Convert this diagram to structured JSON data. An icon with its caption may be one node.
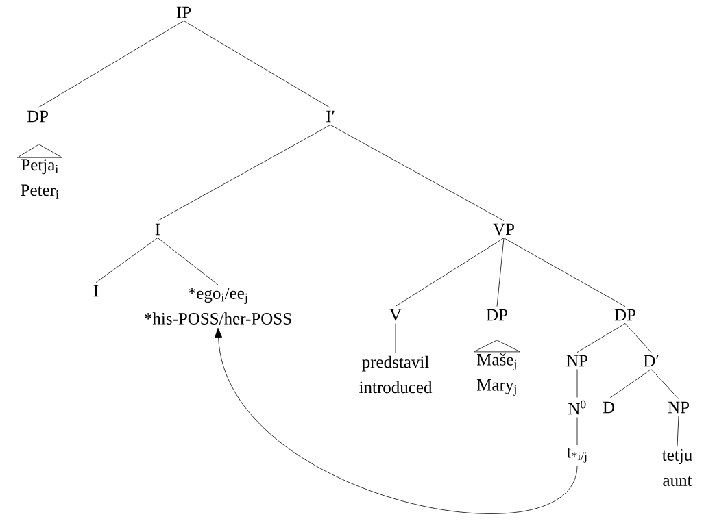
{
  "diagram": {
    "nodes": [
      {
        "text": [
          "IP"
        ]
      },
      {
        "text": [
          "DP"
        ]
      },
      {
        "text": [
          "Petja$_{i}$",
          "Peter$_{i}$"
        ]
      },
      {
        "text": [
          "I′"
        ]
      },
      {
        "text": [
          "I"
        ]
      },
      {
        "text": [
          "VP"
        ]
      },
      {
        "text": [
          "I"
        ]
      },
      {
        "text": [
          "*ego$_{i}$/ee$_{j}$",
          "*his-POSS/her-POSS"
        ]
      },
      {
        "text": [
          "V"
        ]
      },
      {
        "text": [
          "DP"
        ]
      },
      {
        "text": [
          "DP"
        ]
      },
      {
        "text": [
          "predstavil",
          "introduced"
        ]
      },
      {
        "text": [
          "Maše$_{j}$",
          "Mary$_{j}$"
        ]
      },
      {
        "text": [
          "NP"
        ]
      },
      {
        "text": [
          "D′"
        ]
      },
      {
        "text": [
          "N$^{0}$"
        ]
      },
      {
        "text": [
          "D"
        ]
      },
      {
        "text": [
          "NP"
        ]
      },
      {
        "text": [
          "t$_{*i/j}$"
        ]
      },
      {
        "text": [
          "tetju",
          "aunt"
        ]
      }
    ],
    "edges": [
      {
        "from": 0,
        "to": 1,
        "arrow": "none"
      },
      {
        "from": 0,
        "to": 3,
        "arrow": "none"
      },
      {
        "from": 1,
        "to": 2,
        "arrow": "none"
      },
      {
        "from": 3,
        "to": 4,
        "arrow": "none"
      },
      {
        "from": 3,
        "to": 5,
        "arrow": "none"
      },
      {
        "from": 4,
        "to": 6,
        "arrow": "none"
      },
      {
        "from": 4,
        "to": 7,
        "arrow": "none"
      },
      {
        "from": 5,
        "to": 8,
        "arrow": "none"
      },
      {
        "from": 5,
        "to": 9,
        "arrow": "none"
      },
      {
        "from": 5,
        "to": 10,
        "arrow": "none"
      },
      {
        "from": 8,
        "to": 11,
        "arrow": "none"
      },
      {
        "from": 9,
        "to": 12,
        "arrow": "none"
      },
      {
        "from": 10,
        "to": 13,
        "arrow": "none"
      },
      {
        "from": 10,
        "to": 14,
        "arrow": "none"
      },
      {
        "from": 13,
        "to": 15,
        "arrow": "none"
      },
      {
        "from": 14,
        "to": 16,
        "arrow": "none"
      },
      {
        "from": 14,
        "to": 17,
        "arrow": "none"
      },
      {
        "from": 15,
        "to": 18,
        "arrow": "none"
      },
      {
        "from": 17,
        "to": 19,
        "arrow": "none"
      },
      {
        "from": 18,
        "to": 7,
        "arrow": "to"
      }
    ]
  }
}
